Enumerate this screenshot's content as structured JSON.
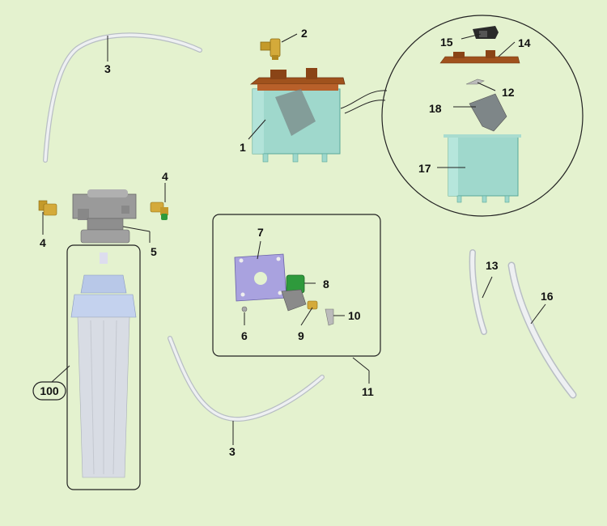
{
  "callouts": {
    "c1": "1",
    "c2": "2",
    "c3_top": "3",
    "c3_bottom": "3",
    "c4_left": "4",
    "c4_right": "4",
    "c5": "5",
    "c6": "6",
    "c7": "7",
    "c8": "8",
    "c9": "9",
    "c10": "10",
    "c11": "11",
    "c12": "12",
    "c13": "13",
    "c14": "14",
    "c15": "15",
    "c16": "16",
    "c17": "17",
    "c18": "18",
    "c100": "100"
  },
  "colors": {
    "background": "#e4f2cf",
    "tank_body": "#9fd8cc",
    "lid_brown": "#a0521d",
    "brass": "#c49a2a",
    "filter_grey": "#9a9a9a",
    "cartridge_blue": "#b8c8e8",
    "bracket_purple": "#a9a2df",
    "valve_green": "#2e9a3c",
    "tube": "#e4e8ec"
  }
}
